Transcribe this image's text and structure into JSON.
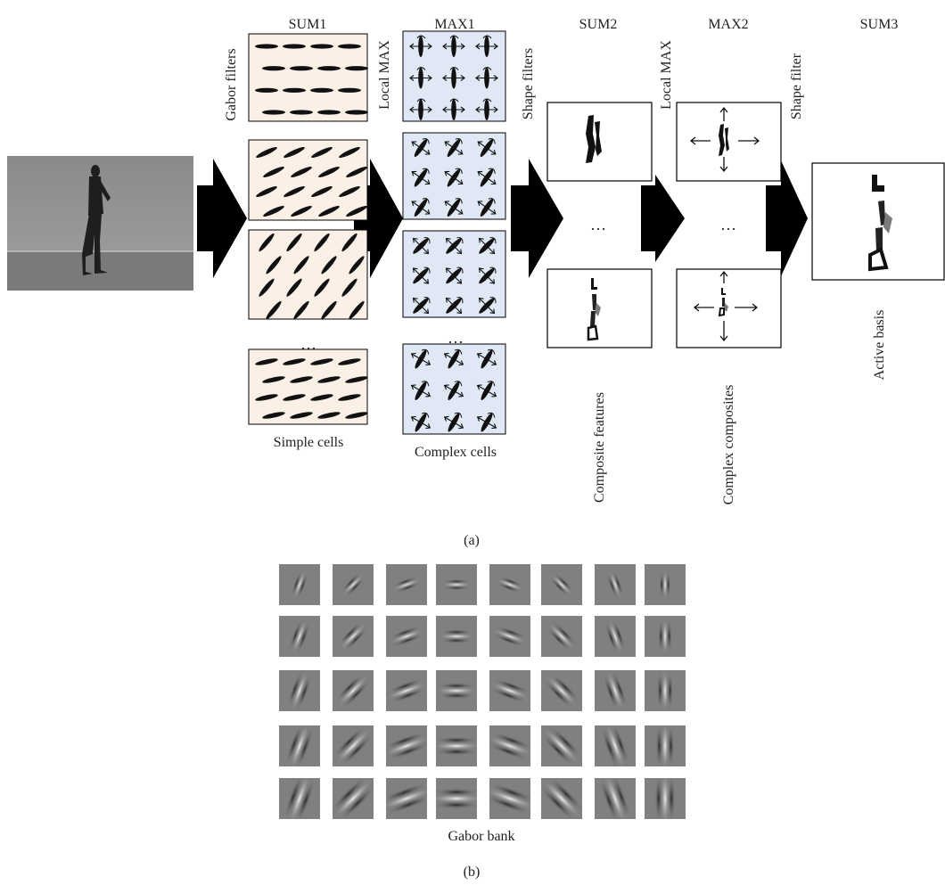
{
  "stage_titles": {
    "sum1": "SUM1",
    "max1": "MAX1",
    "sum2": "SUM2",
    "max2": "MAX2",
    "sum3": "SUM3"
  },
  "operation_labels": {
    "gabor_filters": "Gabor filters",
    "local_max_1": "Local MAX",
    "shape_filters": "Shape filters",
    "local_max_2": "Local MAX",
    "shape_filter": "Shape filter"
  },
  "bottom_labels": {
    "simple_cells": "Simple cells",
    "complex_cells": "Complex cells",
    "composite_features": "Composite features",
    "complex_composites": "Complex composites",
    "active_basis": "Active basis"
  },
  "ellipsis": "…",
  "panel_a_caption": "(a)",
  "gabor_bank": {
    "label": "Gabor bank",
    "caption": "(b)",
    "orientation_angles_deg": [
      -70,
      -45,
      -20,
      0,
      20,
      45,
      70,
      90
    ],
    "rows": 5,
    "cols": 8
  },
  "simple_cell_angles_deg": [
    0,
    -25,
    -50,
    -12
  ],
  "complex_cell_angles_deg": [
    -90,
    -55,
    -45,
    -60
  ],
  "colors": {
    "simple_bg": "#fbf0e6",
    "complex_bg": "#dfe8f4",
    "arrow_fill": "#000000",
    "gabor_bg": "#808080",
    "input_bg": "#8e8e8e"
  }
}
